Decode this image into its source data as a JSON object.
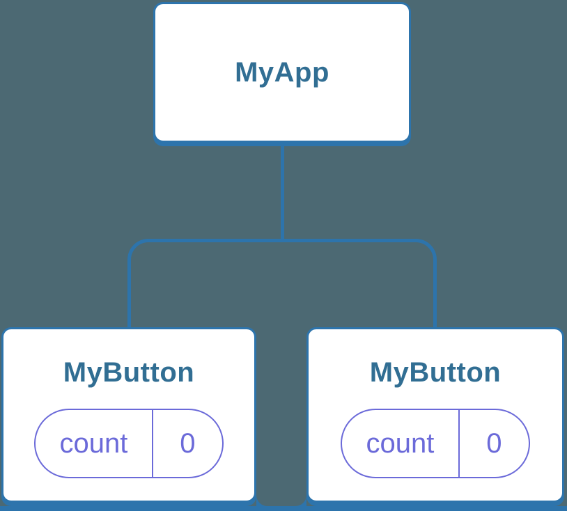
{
  "diagram": {
    "type": "component-tree",
    "root": {
      "label": "MyApp"
    },
    "children": [
      {
        "label": "MyButton",
        "state": {
          "name": "count",
          "value": "0"
        }
      },
      {
        "label": "MyButton",
        "state": {
          "name": "count",
          "value": "0"
        }
      }
    ]
  },
  "colors": {
    "background": "#4c6973",
    "node_fill": "#ffffff",
    "node_border": "#2d74ac",
    "node_label_text": "#316e93",
    "connector": "#2d74ac",
    "state_accent": "#6b6ad9"
  }
}
